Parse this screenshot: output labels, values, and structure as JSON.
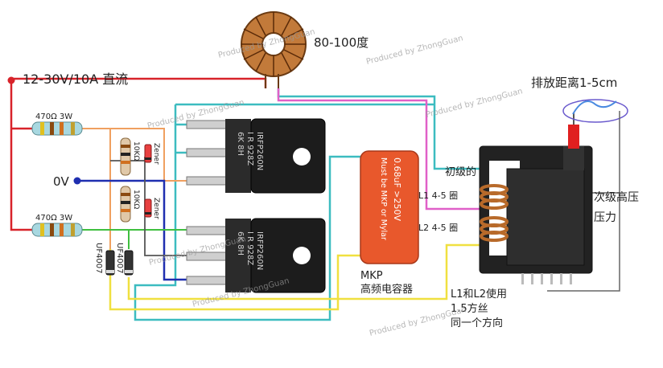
{
  "labels": {
    "supply": "12-30V/10A 直流",
    "toroid_angle": "80-100度",
    "zero_v": "0V",
    "arc_distance": "排放距离1-5cm",
    "primary": "初级的",
    "l1": "L1 4-5 圈",
    "l2": "L2 4-5 圈",
    "secondary_line1": "次级高压",
    "secondary_line2": "压力",
    "mkp_line1": "MKP",
    "mkp_line2": "高频电容器",
    "coil_note_line1": "L1和L2使用",
    "coil_note_line2": "1.5方丝",
    "coil_note_line3": "同一个方向"
  },
  "resistors": {
    "top": "470Ω 3W",
    "bottom": "470Ω 3W",
    "mid_top": "10KΩ",
    "mid_bottom": "10KΩ"
  },
  "zeners": {
    "top": "Zener",
    "bottom": "Zener"
  },
  "diodes": {
    "left": "UF4007",
    "right": "UF4007"
  },
  "mosfets": {
    "top": {
      "part": "IRFP260N",
      "line2": "I R 928Z",
      "line3": "6K    8H"
    },
    "bottom": {
      "part": "IRFP260N",
      "line2": "I R 928Z",
      "line3": "6K    8H"
    }
  },
  "capacitor": {
    "line1": "0.68uF  >250V",
    "line2": "Must be MKP or Mylar"
  },
  "watermark": "Produced by ZhongGuan",
  "colors": {
    "red": "#d8232a",
    "cyan": "#3cbcc0",
    "pink": "#e060c8",
    "orange": "#f0a060",
    "blue": "#1f2fb0",
    "green": "#3fbf3f",
    "yellow": "#f0e040",
    "gray": "#555555",
    "cap": "#e8582c",
    "copper": "#b86a2a"
  },
  "icons": [
    "toroid-inductor-icon",
    "resistor-icon",
    "mosfet-icon",
    "capacitor-icon",
    "flyback-transformer-icon",
    "diode-icon",
    "arc-icon"
  ]
}
